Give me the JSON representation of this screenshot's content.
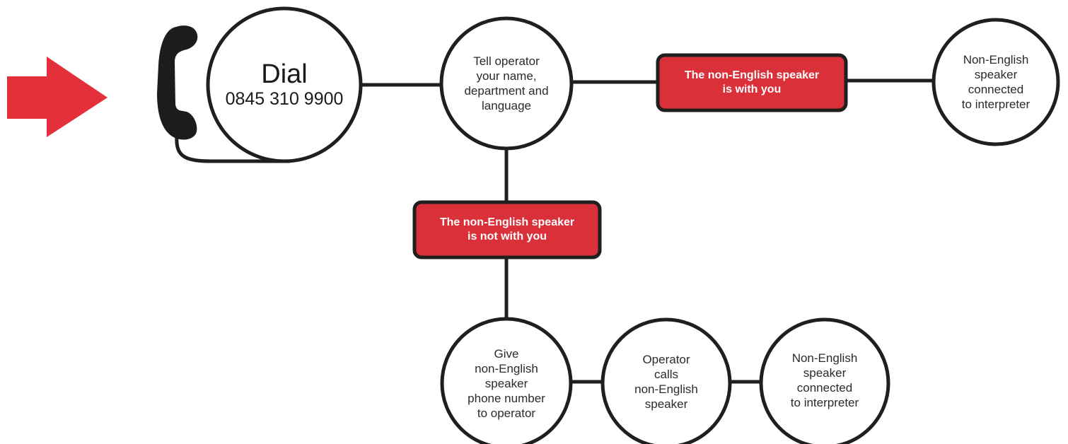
{
  "colors": {
    "accent": "#d9303a",
    "line": "#1f1f1f",
    "text": "#2b2b2b",
    "box_text": "#ffffff"
  },
  "icons": {
    "start_arrow": "right-arrow-icon",
    "phone": "telephone-handset-icon"
  },
  "dial": {
    "title": "Dial",
    "number": "0845 310 9900"
  },
  "tell_operator": {
    "lines": [
      "Tell operator",
      "your name,",
      "department and",
      "language"
    ]
  },
  "with_you": {
    "lines": [
      "The non-English speaker",
      "is with you"
    ]
  },
  "connected_top": {
    "lines": [
      "Non-English",
      "speaker",
      "connected",
      "to interpreter"
    ]
  },
  "not_with_you": {
    "lines": [
      "The non-English speaker",
      "is not with you"
    ]
  },
  "give_number": {
    "lines": [
      "Give",
      "non-English",
      "speaker",
      "phone number",
      "to operator"
    ]
  },
  "operator_calls": {
    "lines": [
      "Operator",
      "calls",
      "non-English",
      "speaker"
    ]
  },
  "connected_bottom": {
    "lines": [
      "Non-English",
      "speaker",
      "connected",
      "to interpreter"
    ]
  }
}
